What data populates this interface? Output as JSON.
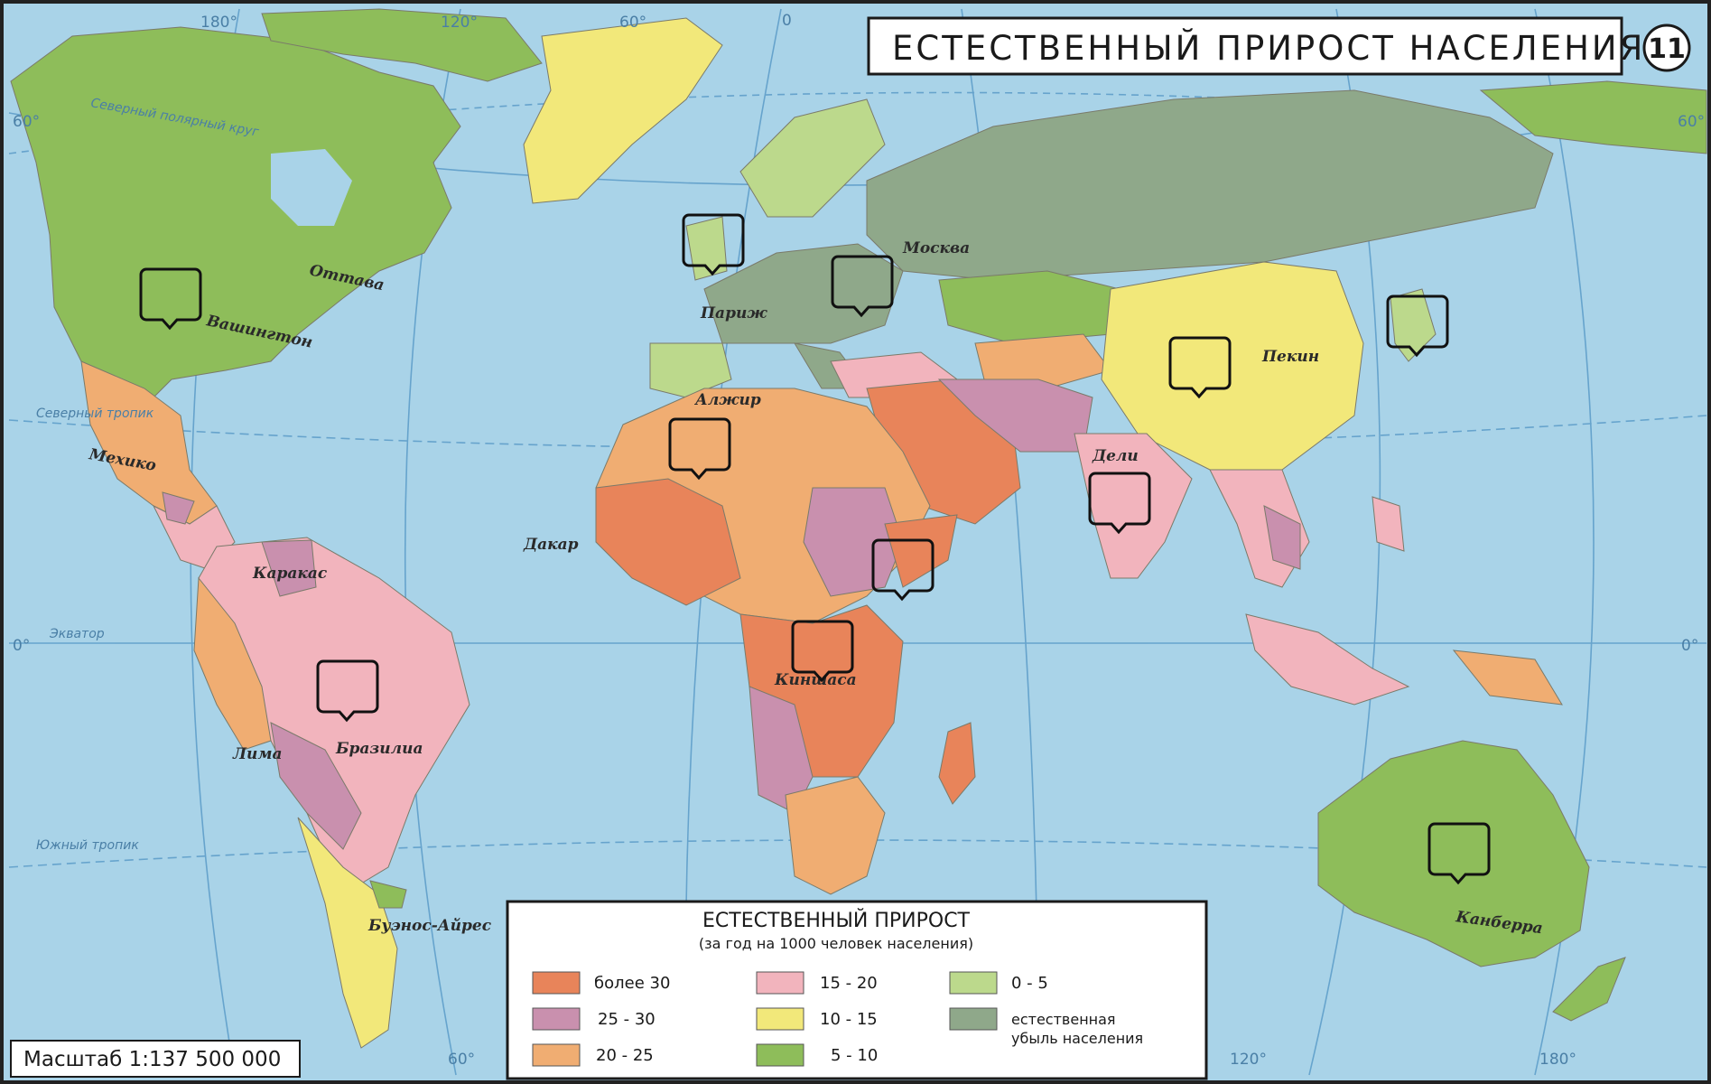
{
  "title": "ЕСТЕСТВЕННЫЙ ПРИРОСТ НАСЕЛЕНИЯ",
  "map_number": "11",
  "scale": "Масштаб 1:137 500 000",
  "legend": {
    "title": "ЕСТЕСТВЕННЫЙ ПРИРОСТ",
    "subtitle": "(за год на 1000 человек населения)",
    "items": [
      {
        "label": "более 30",
        "color": "#e8845a"
      },
      {
        "label": "25 - 30",
        "color": "#c990ae"
      },
      {
        "label": "20 - 25",
        "color": "#f0ad72"
      },
      {
        "label": "15 - 20",
        "color": "#f2b4bd"
      },
      {
        "label": "10 - 15",
        "color": "#f2e87a"
      },
      {
        "label": "5 - 10",
        "color": "#8ebd5a"
      },
      {
        "label": "0 - 5",
        "color": "#bcd98c"
      },
      {
        "label": "естественная",
        "label2": "убыль населения",
        "color": "#8fa88a"
      }
    ]
  },
  "cities": {
    "ottawa": "Оттава",
    "washington": "Вашингтон",
    "mexico": "Мехико",
    "caracas": "Каракас",
    "lima": "Лима",
    "brasilia": "Бразилиа",
    "buenos_aires": "Буэнос-Айрес",
    "paris": "Париж",
    "moscow": "Москва",
    "algiers": "Алжир",
    "dakar": "Дакар",
    "kinshasa": "Киншаса",
    "delhi": "Дели",
    "beijing": "Пекин",
    "canberra": "Канберра"
  },
  "parallels": {
    "arctic_circle": "Северный полярный круг",
    "tropic_north": "Северный тропик",
    "equator": "Экватор",
    "tropic_south": "Южный тропик",
    "lat_60": "60°",
    "lat_0": "0°"
  },
  "meridians": {
    "m180w": "180°",
    "m120w": "120°",
    "m60w": "60°",
    "m0": "0",
    "m60e": "60°",
    "m120e": "120°",
    "m180e": "180°"
  },
  "colors": {
    "ocean": "#a9d3e8",
    "gridline": "#5b9bc8"
  }
}
